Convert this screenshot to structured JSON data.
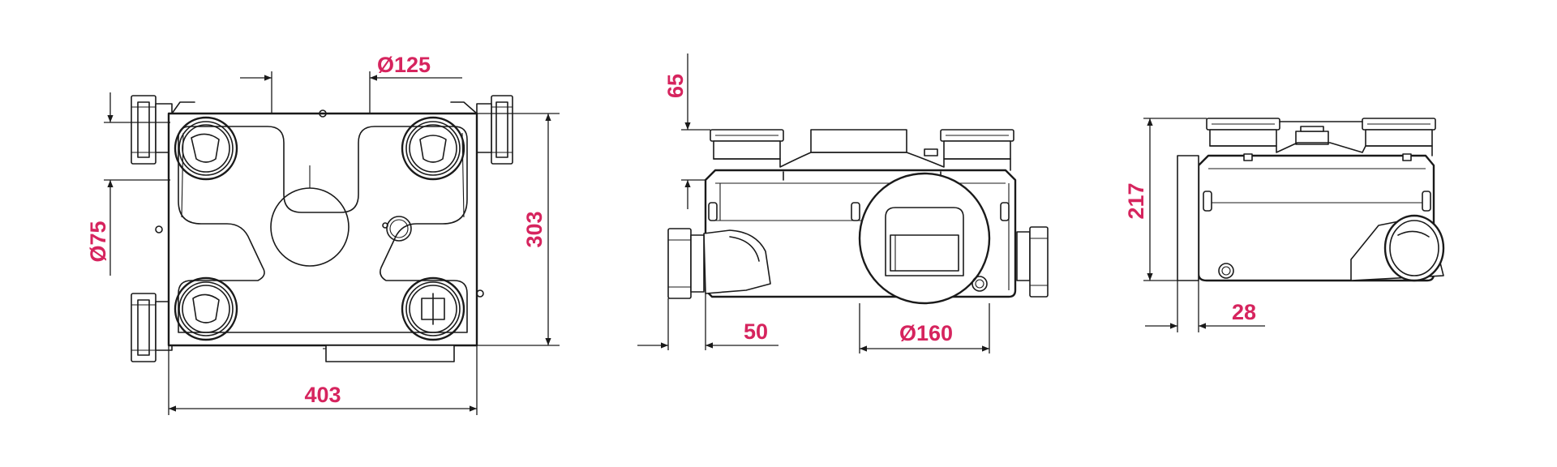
{
  "colors": {
    "dimension_text": "#d6245e",
    "line": "#1a1a1a",
    "background": "#ffffff"
  },
  "views": {
    "top": {
      "width_label": "403",
      "depth_label": "303",
      "duct_diameter_label": "Ø125",
      "port_diameter_label": "Ø75"
    },
    "front": {
      "top_height_label": "65",
      "offset_label": "50",
      "duct_diameter_label": "Ø160"
    },
    "side": {
      "height_label": "217",
      "offset_label": "28"
    }
  }
}
